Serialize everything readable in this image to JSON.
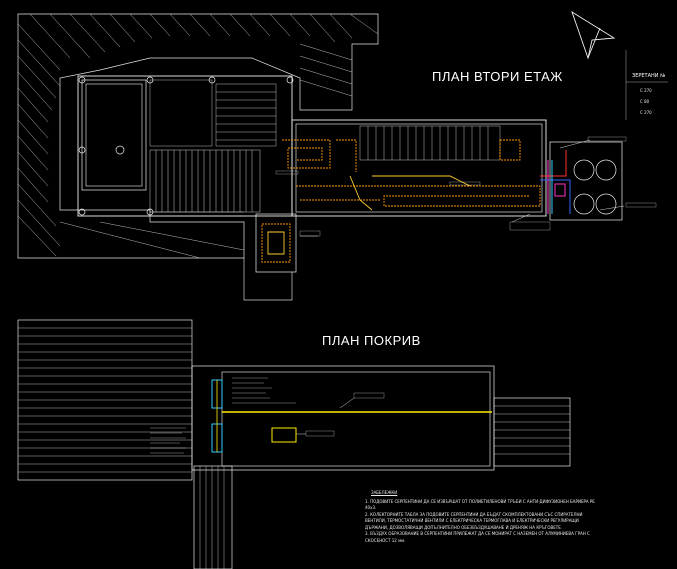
{
  "drawing": {
    "title_floor2": "ПЛАН ВТОРИ ЕТАЖ",
    "title_roof": "ПЛАН ПОКРИВ",
    "legend": {
      "header": "ЗЕРЕТАНИ №",
      "items": [
        "С 270",
        "С 80",
        "С 270"
      ]
    },
    "notes": {
      "header": "ЗАБЕЛЕЖКИ",
      "items": [
        "1. ПОДОВИТЕ СЕРПЕНТИНИ ДА СЕ ИЗВЪРШАТ ОТ ПОЛИЕТИЛЕНОВИ ТРЪБИ С АНТИ-ДИФУЗИОНЕН БАРИЕРА PE 40х3.",
        "2. КОЛЕКТОРНИТЕ ТАБЛА ЗА ПОДОВИТЕ СЕРПЕНТИНИ ДА БЪДАТ СКОМПЛЕКТОВАНИ СЪС СПИРАТЕЛНИ ВЕНТИЛИ, ТЕРМОСТАТИЧНИ ВЕНТИЛИ С ЕЛЕКТРИЧЕСКА ТЕРМОГЛАВА И ЕЛЕКТРИЧЕСКИ РЕГУЛИРАЩИ ДЪРЖАНИ, ДОЗВОЛЯВАЩИ ДОПЪЛНИТЕЛНО ОБЕЗВЪЗДУШАВАНЕ И ДРЕНЯЖ НА КРЪГОВЕТЕ.",
        "3. ВЪЗДУХ ОБРАЗОВАНИЕ В СЕРПЕНТИНИ ПРИЛЕЖАТ ДА СЕ МОНИРАТ С НАЗЕМЕН ОТ АЛУМИНИЕВА ГРАН С СКОСЕНОСТ 12 мм."
      ]
    }
  }
}
